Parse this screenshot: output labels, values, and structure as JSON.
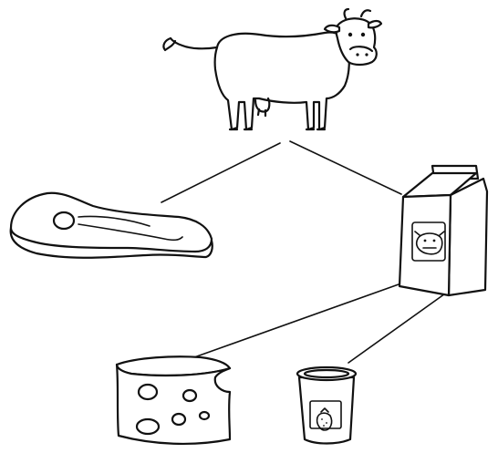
{
  "diagram": {
    "nodes": [
      {
        "id": "cow",
        "icon": "cow-icon"
      },
      {
        "id": "steak",
        "icon": "steak-icon"
      },
      {
        "id": "milk",
        "icon": "milk-carton-icon"
      },
      {
        "id": "cheese",
        "icon": "cheese-icon"
      },
      {
        "id": "yogurt",
        "icon": "yogurt-cup-icon"
      }
    ],
    "edges": [
      {
        "from": "cow",
        "to": "steak"
      },
      {
        "from": "cow",
        "to": "milk"
      },
      {
        "from": "milk",
        "to": "cheese"
      },
      {
        "from": "milk",
        "to": "yogurt"
      }
    ]
  }
}
